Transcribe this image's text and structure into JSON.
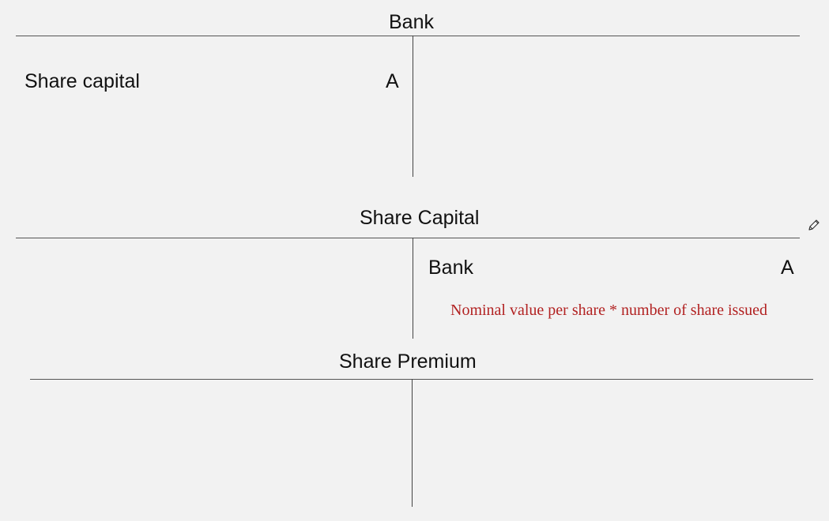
{
  "accounts": [
    {
      "title": "Bank",
      "debit": [
        {
          "label": "Share capital",
          "amount": "A"
        }
      ],
      "credit": []
    },
    {
      "title": "Share Capital",
      "debit": [],
      "credit": [
        {
          "label": "Bank",
          "amount": "A"
        }
      ],
      "note": "Nominal value per share * number of share issued"
    },
    {
      "title": "Share Premium",
      "debit": [],
      "credit": []
    }
  ],
  "colors": {
    "background": "#f2f2f2",
    "line": "#555555",
    "note": "#b22222"
  },
  "icons": {
    "cursor": "pencil-icon"
  }
}
